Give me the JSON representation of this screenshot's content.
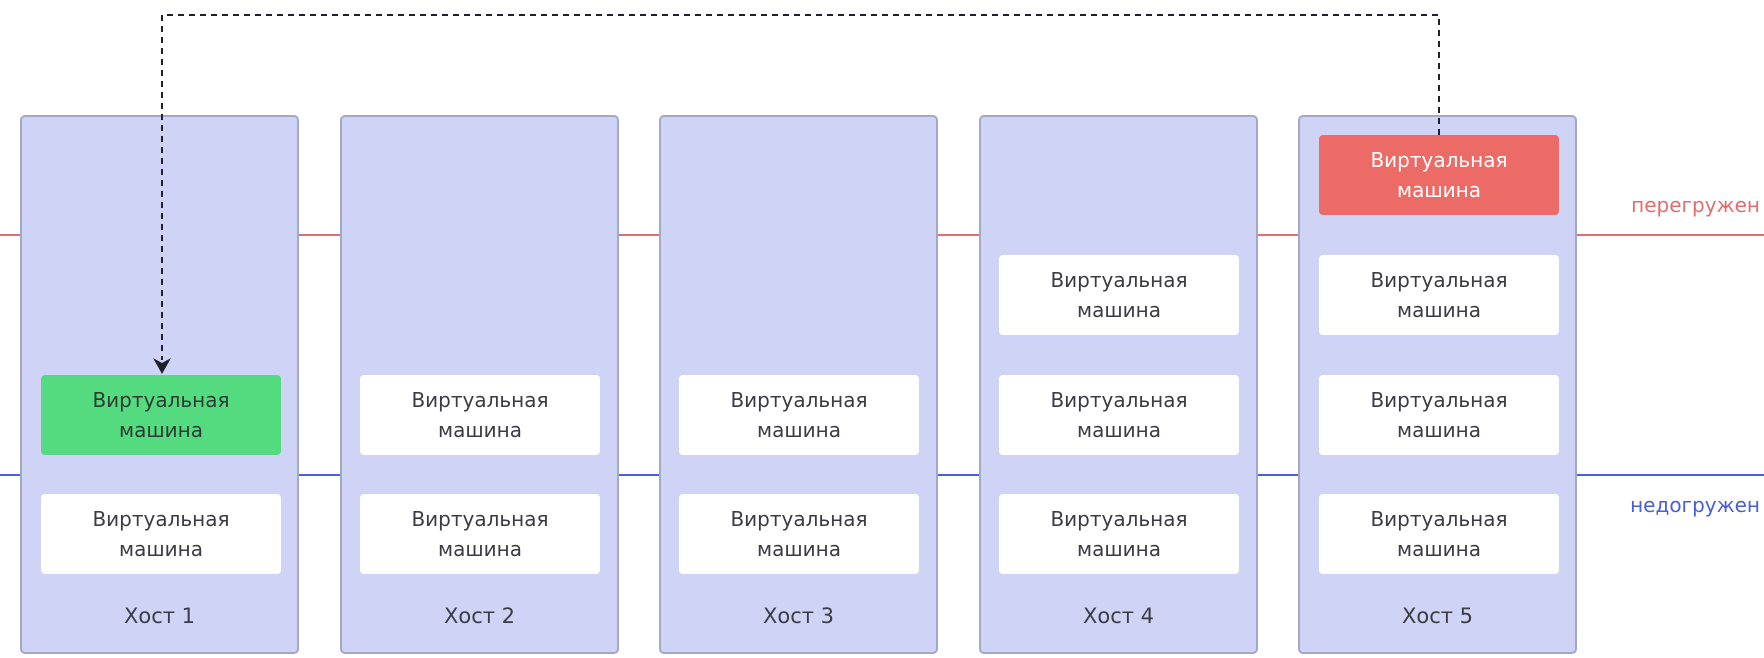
{
  "colors": {
    "host_fill": "#cfd4f7",
    "host_border": "#a3a8c8",
    "vm_normal": "#ffffff",
    "vm_migrated": "#54db7f",
    "vm_overloaded": "#ec6b66",
    "overload_line": "#e36d6d",
    "underload_line": "#4a5fd6",
    "arrow": "#1f1f2e"
  },
  "vm_label": "Виртуальная\nмашина",
  "thresholds": {
    "overloaded": {
      "label": "перегружен"
    },
    "underloaded": {
      "label": "недогружен"
    }
  },
  "hosts": [
    {
      "label": "Хост 1",
      "vm_count": 2
    },
    {
      "label": "Хост 2",
      "vm_count": 2
    },
    {
      "label": "Хост 3",
      "vm_count": 2
    },
    {
      "label": "Хост 4",
      "vm_count": 3
    },
    {
      "label": "Хост 5",
      "vm_count": 4
    }
  ],
  "migration": {
    "from_host": "Хост 5",
    "to_host": "Хост 1",
    "line_style": "dashed",
    "arrow_icon": "arrow-down-icon"
  }
}
